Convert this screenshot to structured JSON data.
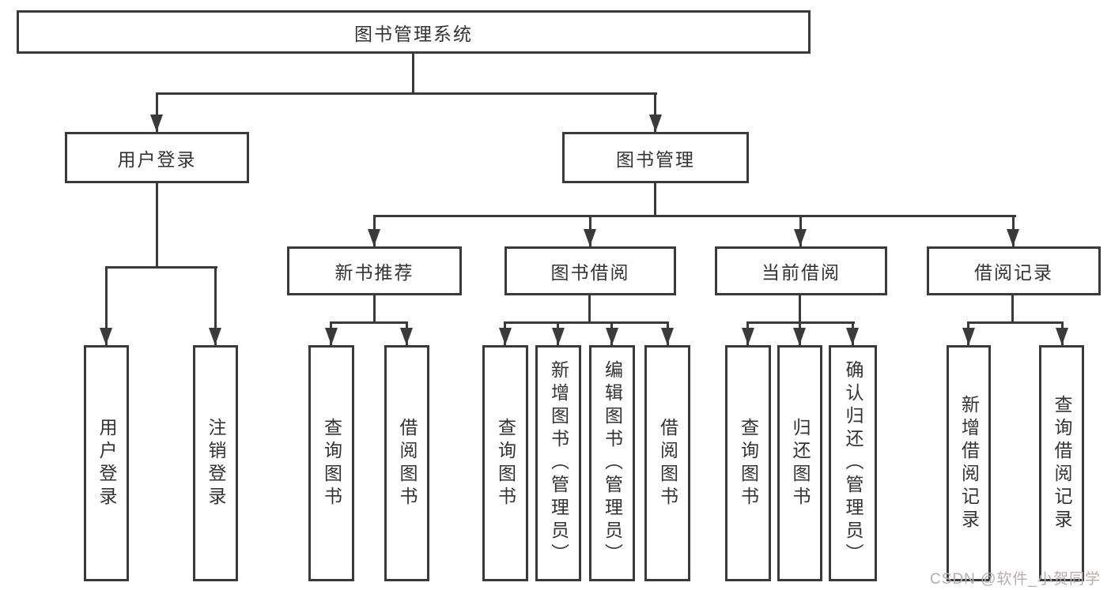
{
  "diagram_type": "hierarchy-chart",
  "colors": {
    "line": "#3a3a3a",
    "text": "#333333",
    "background": "#ffffff",
    "watermark": "#b6aeac"
  },
  "tree": {
    "root": {
      "label": "图书管理系统"
    },
    "branches": [
      {
        "label": "用户登录",
        "children": [
          {
            "label": "用户登录"
          },
          {
            "label": "注销登录"
          }
        ]
      },
      {
        "label": "图书管理",
        "groups": [
          {
            "label": "新书推荐",
            "children": [
              {
                "label": "查询图书"
              },
              {
                "label": "借阅图书"
              }
            ]
          },
          {
            "label": "图书借阅",
            "children": [
              {
                "label": "查询图书"
              },
              {
                "label": "新增图书（管理员）"
              },
              {
                "label": "编辑图书（管理员）"
              },
              {
                "label": "借阅图书"
              }
            ]
          },
          {
            "label": "当前借阅",
            "children": [
              {
                "label": "查询图书"
              },
              {
                "label": "归还图书"
              },
              {
                "label": "确认归还（管理员）"
              }
            ]
          },
          {
            "label": "借阅记录",
            "children": [
              {
                "label": "新增借阅记录"
              },
              {
                "label": "查询借阅记录"
              }
            ]
          }
        ]
      }
    ]
  },
  "watermark": {
    "text": "CSDN @软件_小贺同学"
  }
}
